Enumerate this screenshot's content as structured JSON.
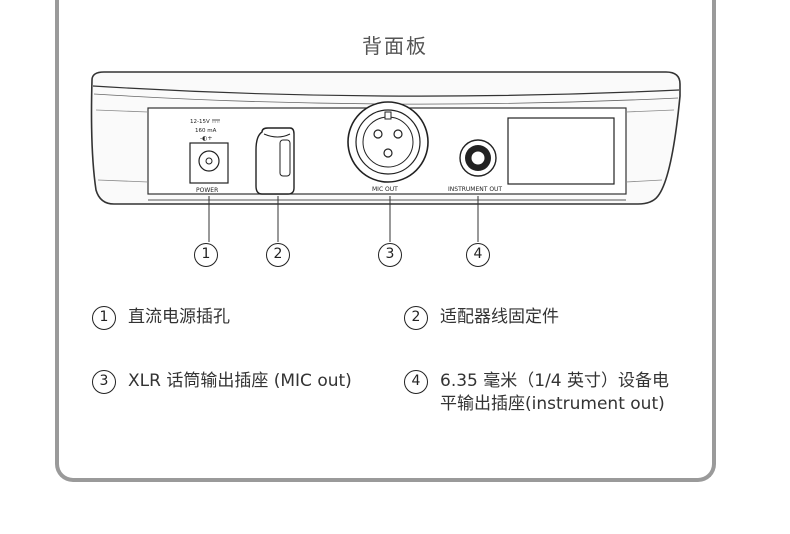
{
  "title": "背面板",
  "panel": {
    "power_spec_voltage": "12-15V",
    "power_spec_current": "160 mA",
    "power_label": "POWER",
    "mic_out_label": "MIC OUT",
    "instrument_out_label": "INSTRUMENT OUT"
  },
  "callouts": [
    "1",
    "2",
    "3",
    "4"
  ],
  "legend": [
    {
      "num": "1",
      "text": "直流电源插孔"
    },
    {
      "num": "2",
      "text": "适配器线固定件"
    },
    {
      "num": "3",
      "text": "XLR 话筒输出插座 (MIC out)"
    },
    {
      "num": "4",
      "line1": "6.35 毫米（1/4 英寸）设备电",
      "line2": "平输出插座(instrument out)"
    }
  ]
}
